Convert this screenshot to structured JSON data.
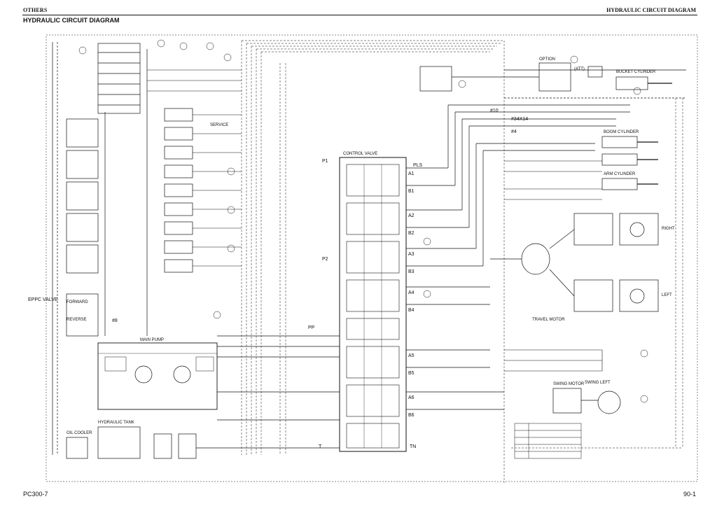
{
  "header": {
    "section": "OTHERS",
    "title_right": "HYDRAULIC CIRCUIT DIAGRAM"
  },
  "page_title": "HYDRAULIC CIRCUIT DIAGRAM",
  "footer": {
    "model": "PC300-7",
    "page": "90-1"
  },
  "diagram_labels": {
    "ppc_valve": "EPPC VALVE",
    "bucket_cylinder": "BUCKET CYLINDER",
    "boom_cylinder": "BOOM CYLINDER",
    "arm_cylinder": "ARM CYLINDER",
    "travel_motor": "TRAVEL MOTOR",
    "swing_motor": "SWING MOTOR",
    "hydraulic_tank": "HYDRAULIC TANK",
    "main_pump": "MAIN PUMP",
    "control_valve": "CONTROL VALVE",
    "oil_cooler": "OIL COOLER",
    "right": "RIGHT",
    "left": "LEFT",
    "att": "(ATT)",
    "option": "OPTION",
    "service": "SERVICE",
    "swing_left": "SWING LEFT",
    "p1": "P1",
    "p2": "P2",
    "a1": "A1",
    "b1": "B1",
    "a2": "A2",
    "b2": "B2",
    "a3": "A3",
    "b3": "B3",
    "a4": "A4",
    "b4": "B4",
    "a5": "A5",
    "b5": "B5",
    "a6": "A6",
    "b6": "B6",
    "pls": "PLS",
    "pp": "PP",
    "tn": "TN",
    "t_port": "T",
    "m4": "#4",
    "m8": "#8",
    "m10": "#10",
    "m34x14": "#34X14",
    "rev": "REVERSE",
    "fwd": "FORWARD"
  }
}
